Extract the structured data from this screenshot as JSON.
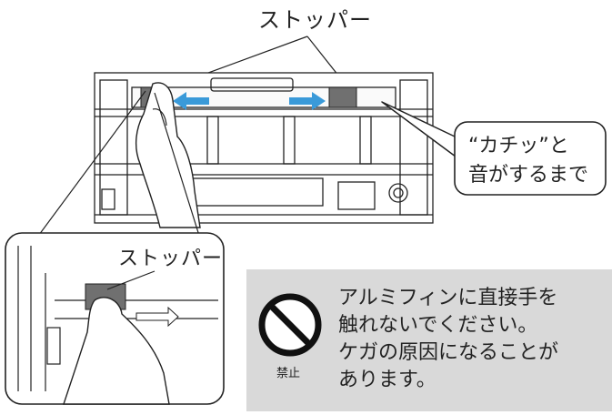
{
  "labels": {
    "stopper_top": "ストッパー",
    "stopper_inset": "ストッパー"
  },
  "callout": {
    "lines": [
      "“カチッ”と",
      "音がするまで"
    ]
  },
  "warning": {
    "icon": "prohibition-icon",
    "icon_label": "禁止",
    "lines": [
      "アルミフィンに直接手を",
      "触れないでください。",
      "ケガの原因になることが",
      "あります。"
    ]
  },
  "colors": {
    "arrow": "#3a9ad9",
    "warning_bg": "#d9d9d9",
    "stopper": "#707070"
  }
}
